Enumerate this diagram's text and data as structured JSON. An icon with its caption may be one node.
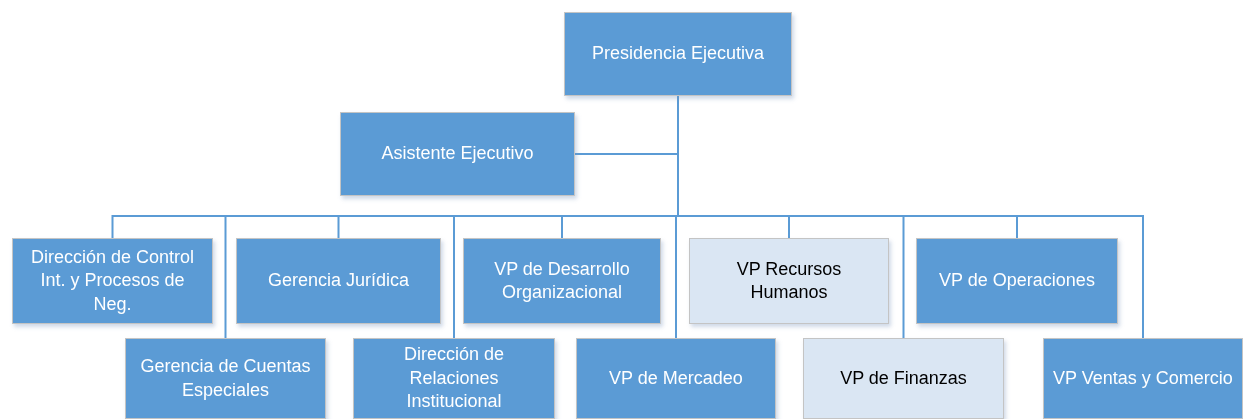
{
  "diagram": {
    "nodes": [
      {
        "text": [
          "Presidencia Ejecutiva"
        ]
      },
      {
        "text": [
          "Asistente  Ejecutivo"
        ]
      },
      {
        "text": [
          "Dirección de Control Int. y Procesos de Neg."
        ]
      },
      {
        "text": [
          "Gerencia Jurídica"
        ]
      },
      {
        "text": [
          "VP de Desarrollo Organizacional"
        ]
      },
      {
        "text": [
          "VP Recursos Humanos"
        ]
      },
      {
        "text": [
          "VP de Operaciones"
        ]
      },
      {
        "text": [
          "Gerencia de Cuentas Especiales"
        ]
      },
      {
        "text": [
          "Dirección de Relaciones Institucional"
        ]
      },
      {
        "text": [
          "VP de Mercadeo"
        ]
      },
      {
        "text": [
          "VP de Finanzas"
        ]
      },
      {
        "text": [
          "VP Ventas y Comercio"
        ]
      }
    ],
    "edges": [
      {
        "from": 0,
        "to": 1,
        "arrow": "none"
      },
      {
        "from": 0,
        "to": 2,
        "arrow": "none"
      },
      {
        "from": 0,
        "to": 3,
        "arrow": "none"
      },
      {
        "from": 0,
        "to": 4,
        "arrow": "none"
      },
      {
        "from": 0,
        "to": 5,
        "arrow": "none"
      },
      {
        "from": 0,
        "to": 6,
        "arrow": "none"
      },
      {
        "from": 0,
        "to": 7,
        "arrow": "none"
      },
      {
        "from": 0,
        "to": 8,
        "arrow": "none"
      },
      {
        "from": 0,
        "to": 9,
        "arrow": "none"
      },
      {
        "from": 0,
        "to": 10,
        "arrow": "none"
      },
      {
        "from": 0,
        "to": 11,
        "arrow": "none"
      }
    ]
  }
}
